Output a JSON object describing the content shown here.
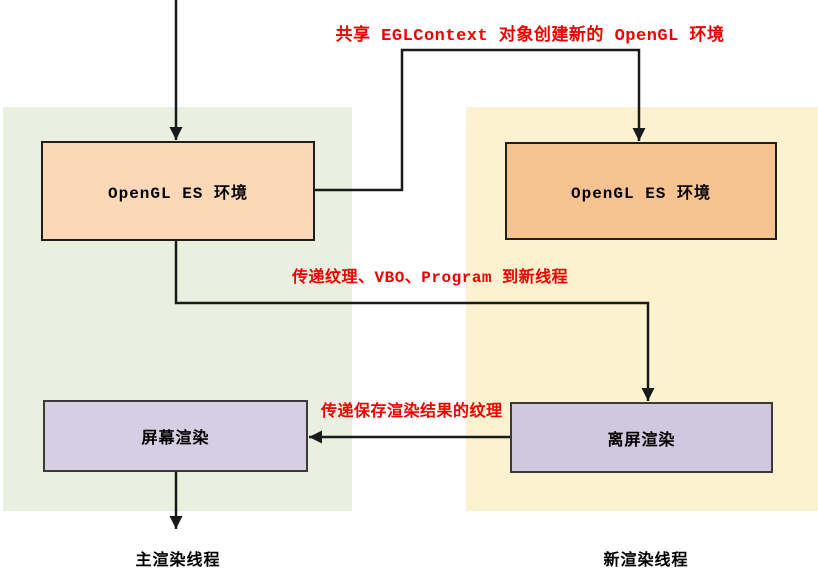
{
  "diagram": {
    "lanes": {
      "main_thread": {
        "label": "主渲染线程",
        "bg": "#E9F0DF"
      },
      "new_thread": {
        "label": "新渲染线程",
        "bg": "#FDF2CF"
      }
    },
    "nodes": {
      "main_gl": {
        "label": "OpenGL ES 环境",
        "fill": "#FBD8B6"
      },
      "new_gl": {
        "label": "OpenGL ES 环境",
        "fill": "#F6C28F"
      },
      "screen_render": {
        "label": "屏幕渲染",
        "fill": "#D6CEE3"
      },
      "offscreen_render": {
        "label": "离屏渲染",
        "fill": "#D0C8DE"
      }
    },
    "annotations": {
      "share_context": "共享 EGLContext 对象创建新的 OpenGL 环境",
      "pass_resources": "传递纹理、VBO、Program 到新线程",
      "pass_texture": "传递保存渲染结果的纹理"
    },
    "colors": {
      "annotation_red": "#EE0000",
      "arrow_line": "#1a1a1a"
    }
  }
}
